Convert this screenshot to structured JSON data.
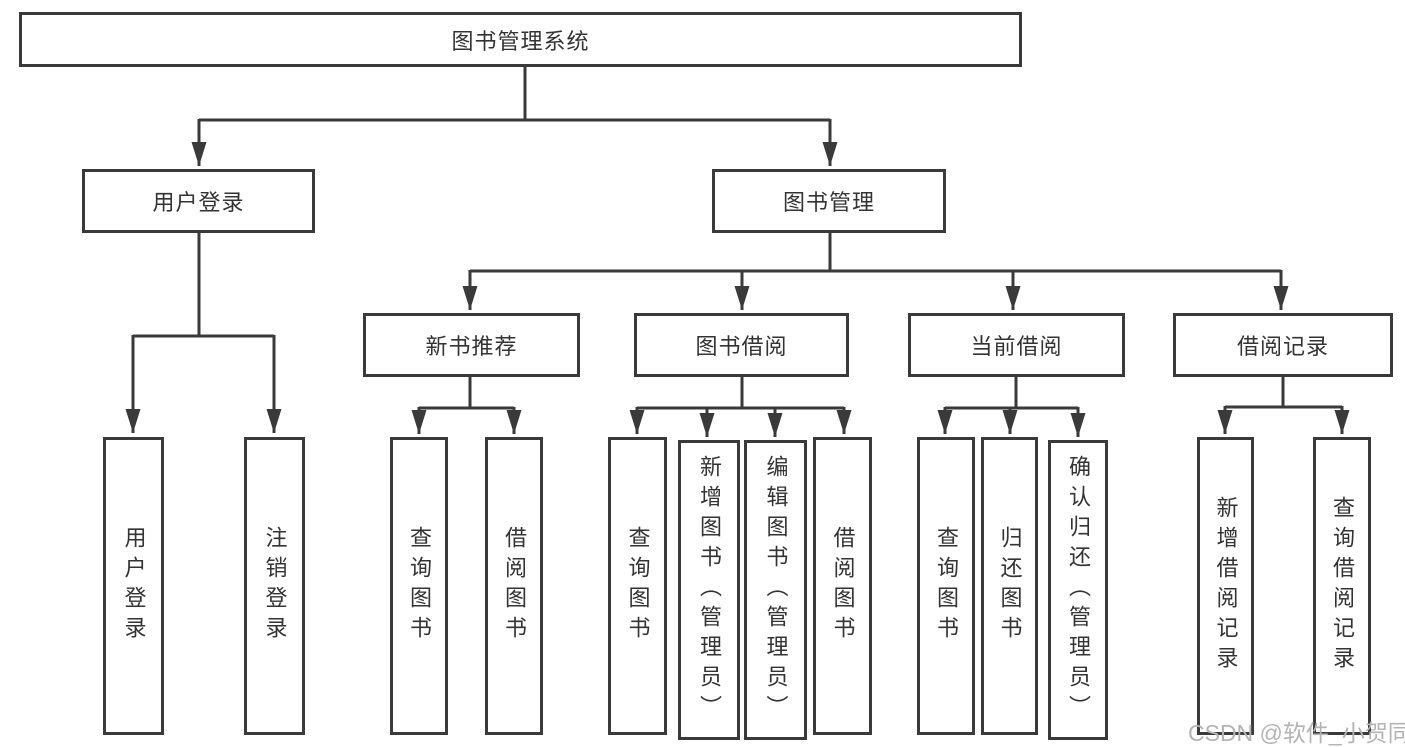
{
  "tree": {
    "label": "图书管理系统",
    "children": [
      {
        "label": "用户登录",
        "children": [
          {
            "label": "用户登录"
          },
          {
            "label": "注销登录"
          }
        ]
      },
      {
        "label": "图书管理",
        "children": [
          {
            "label": "新书推荐",
            "children": [
              {
                "label": "查询图书"
              },
              {
                "label": "借阅图书"
              }
            ]
          },
          {
            "label": "图书借阅",
            "children": [
              {
                "label": "查询图书"
              },
              {
                "label": "新增图书（管理员）"
              },
              {
                "label": "编辑图书（管理员）"
              },
              {
                "label": "借阅图书"
              }
            ]
          },
          {
            "label": "当前借阅",
            "children": [
              {
                "label": "查询图书"
              },
              {
                "label": "归还图书"
              },
              {
                "label": "确认归还（管理员）"
              }
            ]
          },
          {
            "label": "借阅记录",
            "children": [
              {
                "label": "新增借阅记录"
              },
              {
                "label": "查询借阅记录"
              }
            ]
          }
        ]
      }
    ]
  },
  "watermark": {
    "text": "CSDN @软件_小贺同学"
  },
  "colors": {
    "line": "#3a3a3a",
    "box_border": "#3a3a3a",
    "box_fill": "#ffffff",
    "text": "#333333",
    "background": "#ffffff",
    "watermark": "#b4b4b4"
  }
}
